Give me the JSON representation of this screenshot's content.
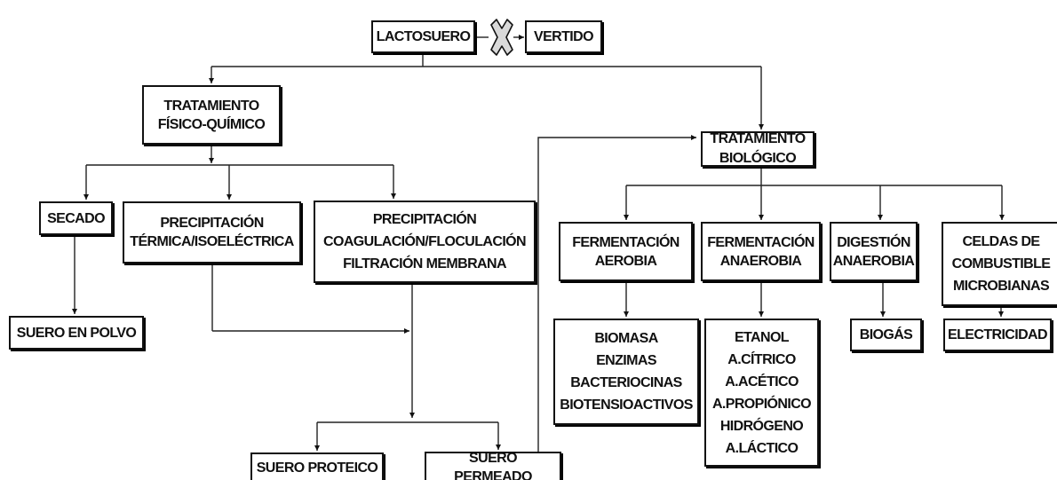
{
  "nodes": {
    "lactosuero": "LACTOSUERO",
    "vertido": "VERTIDO",
    "tratamiento_fisico": "TRATAMIENTO\nFÍSICO-QUÍMICO",
    "tratamiento_biologico": "TRATAMIENTO\nBIOLÓGICO",
    "secado": "SECADO",
    "precipitacion_termica": "PRECIPITACIÓN\nTÉRMICA/ISOELÉCTRICA",
    "precipitacion_coag": "PRECIPITACIÓN\nCOAGULACIÓN/FLOCULACIÓN\nFILTRACIÓN MEMBRANA",
    "suero_polvo": "SUERO EN POLVO",
    "suero_proteico": "SUERO PROTEICO",
    "suero_permeado": "SUERO PERMEADO",
    "ferm_aerobia": "FERMENTACIÓN\nAEROBIA",
    "ferm_anaerobia": "FERMENTACIÓN\nANAEROBIA",
    "digestion": "DIGESTIÓN\nANAEROBIA",
    "celdas": "CELDAS DE\nCOMBUSTIBLE\nMICROBIANAS",
    "biomasa": "BIOMASA\nENZIMAS\nBACTERIOCINAS\nBIOTENSIOACTIVOS",
    "etanol": "ETANOL\nA.CÍTRICO\nA.ACÉTICO\nA.PROPIÓNICO\nHIDRÓGENO\nA.LÁCTICO",
    "biogas": "BIOGÁS",
    "electricidad": "ELECTRICIDAD"
  },
  "icons": {
    "cross": "x-mark-icon"
  }
}
